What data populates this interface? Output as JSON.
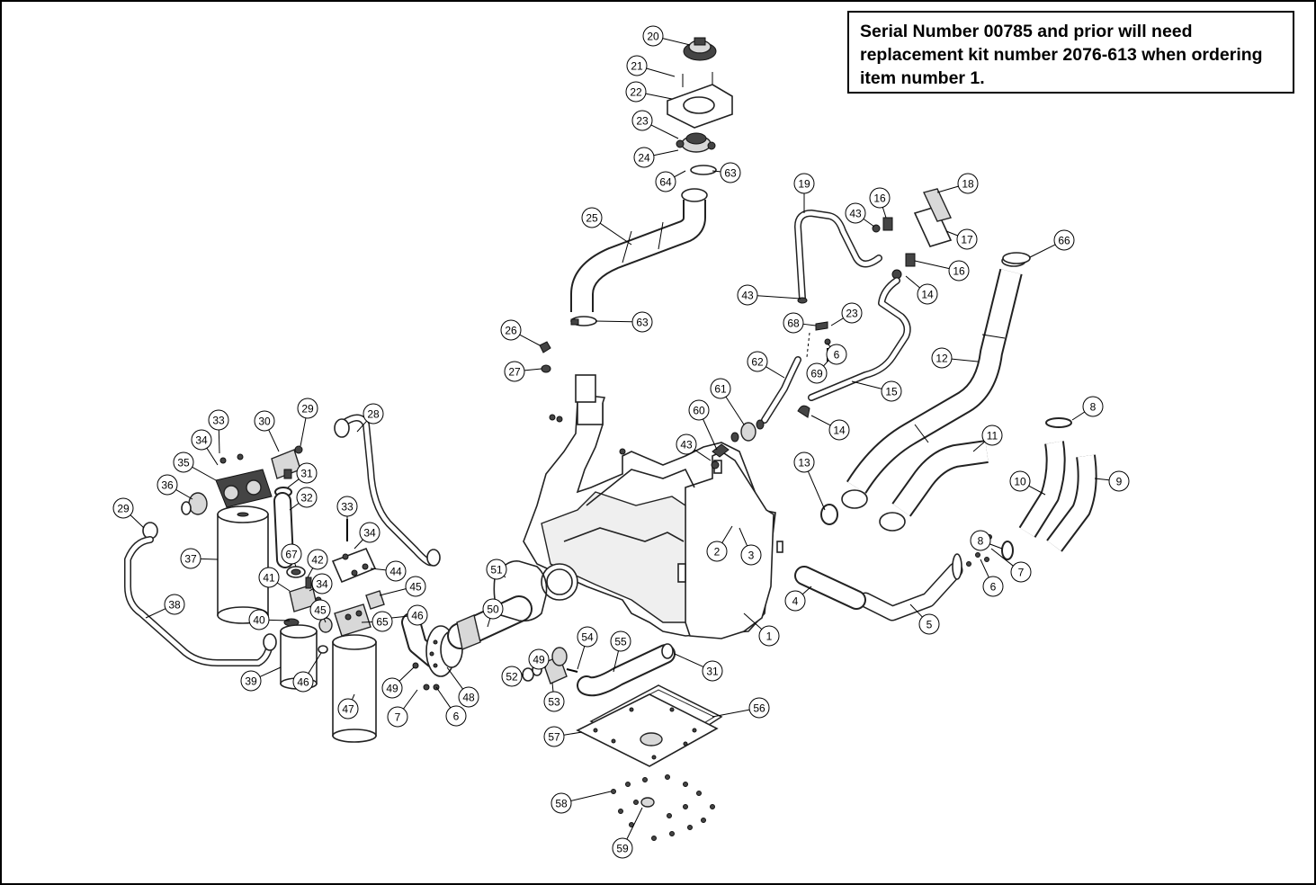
{
  "notice": {
    "text": "Serial Number 00785 and prior will need replacement kit number 2076-613 when ordering item number 1."
  },
  "callouts": [
    {
      "label": "1"
    },
    {
      "label": "2"
    },
    {
      "label": "3"
    },
    {
      "label": "4"
    },
    {
      "label": "5"
    },
    {
      "label": "6"
    },
    {
      "label": "6"
    },
    {
      "label": "6"
    },
    {
      "label": "7"
    },
    {
      "label": "7"
    },
    {
      "label": "8"
    },
    {
      "label": "8"
    },
    {
      "label": "9"
    },
    {
      "label": "10"
    },
    {
      "label": "11"
    },
    {
      "label": "12"
    },
    {
      "label": "13"
    },
    {
      "label": "14"
    },
    {
      "label": "14"
    },
    {
      "label": "15"
    },
    {
      "label": "16"
    },
    {
      "label": "16"
    },
    {
      "label": "17"
    },
    {
      "label": "18"
    },
    {
      "label": "19"
    },
    {
      "label": "20"
    },
    {
      "label": "21"
    },
    {
      "label": "22"
    },
    {
      "label": "23"
    },
    {
      "label": "23"
    },
    {
      "label": "24"
    },
    {
      "label": "25"
    },
    {
      "label": "26"
    },
    {
      "label": "27"
    },
    {
      "label": "28"
    },
    {
      "label": "29"
    },
    {
      "label": "29"
    },
    {
      "label": "30"
    },
    {
      "label": "31"
    },
    {
      "label": "31"
    },
    {
      "label": "32"
    },
    {
      "label": "33"
    },
    {
      "label": "33"
    },
    {
      "label": "34"
    },
    {
      "label": "34"
    },
    {
      "label": "34"
    },
    {
      "label": "35"
    },
    {
      "label": "36"
    },
    {
      "label": "37"
    },
    {
      "label": "38"
    },
    {
      "label": "39"
    },
    {
      "label": "40"
    },
    {
      "label": "41"
    },
    {
      "label": "42"
    },
    {
      "label": "43"
    },
    {
      "label": "43"
    },
    {
      "label": "43"
    },
    {
      "label": "44"
    },
    {
      "label": "45"
    },
    {
      "label": "45"
    },
    {
      "label": "46"
    },
    {
      "label": "46"
    },
    {
      "label": "47"
    },
    {
      "label": "48"
    },
    {
      "label": "49"
    },
    {
      "label": "49"
    },
    {
      "label": "50"
    },
    {
      "label": "51"
    },
    {
      "label": "52"
    },
    {
      "label": "53"
    },
    {
      "label": "54"
    },
    {
      "label": "55"
    },
    {
      "label": "56"
    },
    {
      "label": "57"
    },
    {
      "label": "58"
    },
    {
      "label": "59"
    },
    {
      "label": "60"
    },
    {
      "label": "61"
    },
    {
      "label": "62"
    },
    {
      "label": "63"
    },
    {
      "label": "63"
    },
    {
      "label": "64"
    },
    {
      "label": "65"
    },
    {
      "label": "66"
    },
    {
      "label": "67"
    },
    {
      "label": "68"
    },
    {
      "label": "69"
    }
  ]
}
